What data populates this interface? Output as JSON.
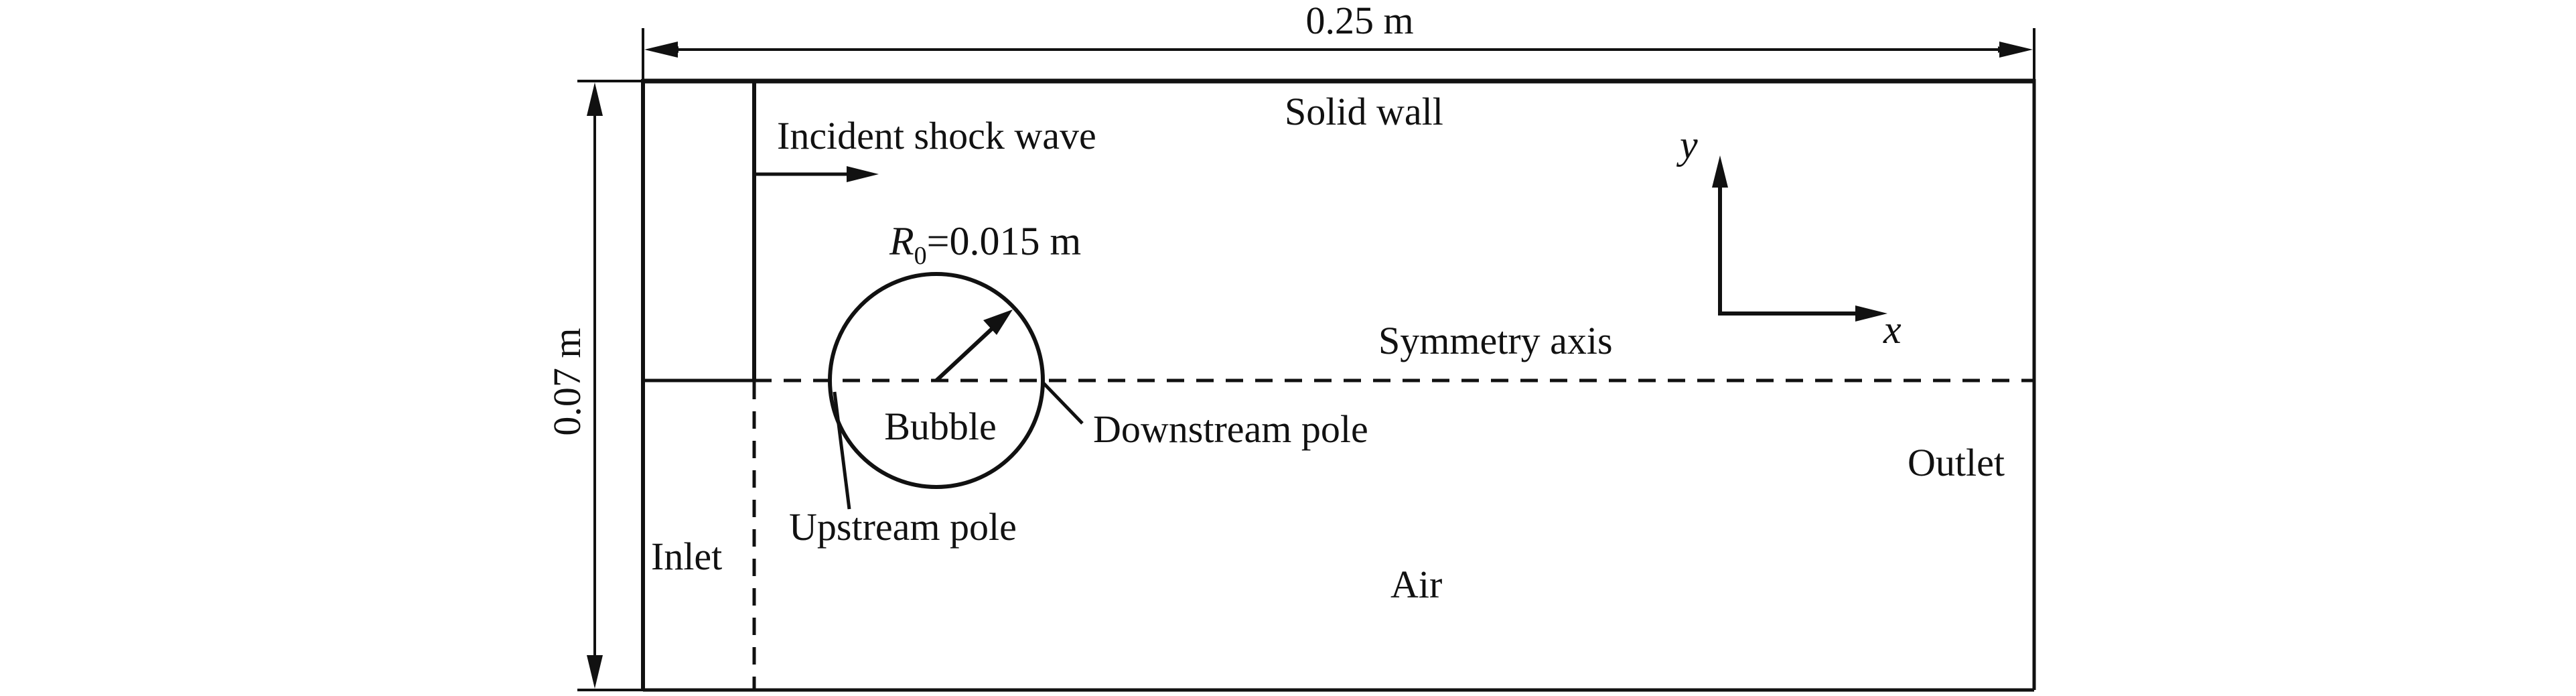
{
  "dimensions": {
    "width_label": "0.25 m",
    "height_label": "0.07 m"
  },
  "regions": {
    "solid_wall": "Solid wall",
    "symmetry_axis": "Symmetry axis",
    "inlet": "Inlet",
    "outlet": "Outlet",
    "air": "Air"
  },
  "shock": {
    "label": "Incident shock wave"
  },
  "bubble": {
    "label": "Bubble",
    "radius_symbol": "R",
    "radius_subscript": "0",
    "radius_value": "=0.015 m",
    "upstream_pole": "Upstream pole",
    "downstream_pole": "Downstream pole"
  },
  "axes": {
    "x": "x",
    "y": "y"
  },
  "colors": {
    "stroke": "#111111",
    "background": "#ffffff"
  }
}
